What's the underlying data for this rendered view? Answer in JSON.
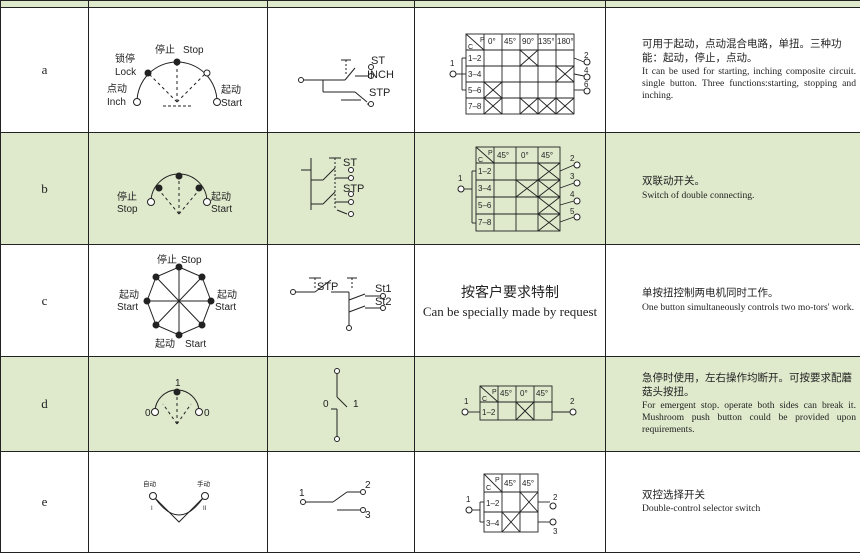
{
  "rows": [
    {
      "label": "a",
      "handle": {
        "t_stop_cn": "停止",
        "t_stop": "Stop",
        "t_lock_cn": "锁停",
        "t_lock": "Lock",
        "t_inch_cn": "点动",
        "t_inch": "Inch",
        "t_start_cn": "起动",
        "t_start": "Start"
      },
      "circuit": {
        "st": "ST",
        "inch": "INCH",
        "stp": "STP"
      },
      "table": {
        "cp_c": "C",
        "cp_p": "P",
        "headers": [
          "0°",
          "45°",
          "90°",
          "135°",
          "180°"
        ],
        "rows": [
          "1–2",
          "3–4",
          "5–6",
          "7–8"
        ],
        "term_in": "1",
        "term_out": [
          "2",
          "4",
          "6"
        ]
      },
      "desc_cn": "可用于起动，点动混合电路，单扭。三种功能：起动，停止，点动。",
      "desc_en": "It can be used for starting, inching composite circuit. single button. Three functions:starting, stopping and inching."
    },
    {
      "label": "b",
      "handle": {
        "t_stop_cn": "停止",
        "t_stop": "Stop",
        "t_start_cn": "起动",
        "t_start": "Start"
      },
      "circuit": {
        "st": "ST",
        "stp": "STP"
      },
      "table": {
        "cp_c": "C",
        "cp_p": "P",
        "headers": [
          "45°",
          "0°",
          "45°"
        ],
        "rows": [
          "1–2",
          "3–4",
          "5–6",
          "7–8"
        ],
        "term_in": "1",
        "term_out": [
          "2",
          "3",
          "4",
          "5"
        ]
      },
      "desc_cn": "双联动开关。",
      "desc_en": "Switch of double connecting."
    },
    {
      "label": "c",
      "handle": {
        "t_stop_cn": "停止",
        "t_stop": "Stop",
        "t_start_cn": "起动",
        "t_start": "Start"
      },
      "circuit": {
        "stp": "STP",
        "st1": "St1",
        "st2": "St2"
      },
      "special_cn": "按客户要求特制",
      "special_en": "Can be specially made by request",
      "desc_cn": "单按扭控制两电机同时工作。",
      "desc_en": "One button simultaneously controls two mo-tors' work."
    },
    {
      "label": "d",
      "handle": {
        "t0": "0",
        "t1": "1"
      },
      "circuit": {
        "t0": "0",
        "t1": "1"
      },
      "table": {
        "cp_c": "C",
        "cp_p": "P",
        "headers": [
          "45°",
          "0°",
          "45°"
        ],
        "rows": [
          "1–2"
        ],
        "term_in": "1",
        "term_out": [
          "2"
        ]
      },
      "desc_cn": "急停时使用，左右操作均断开。可按要求配蘑菇头按扭。",
      "desc_en": "For emergent stop. operate both sides can break it. Mushroom push button could be provided upon requirements."
    },
    {
      "label": "e",
      "handle": {
        "auto": "自动",
        "manual": "手动",
        "i": "I",
        "ii": "II"
      },
      "circuit": {
        "t1": "1",
        "t2": "2",
        "t3": "3"
      },
      "table": {
        "cp_c": "C",
        "cp_p": "P",
        "headers": [
          "45°",
          "45°"
        ],
        "rows": [
          "1–2",
          "3–4"
        ],
        "term_in": "1",
        "term_out": [
          "2",
          "3"
        ]
      },
      "desc_cn": "双控选择开关",
      "desc_en": "Double-control selector switch"
    }
  ]
}
